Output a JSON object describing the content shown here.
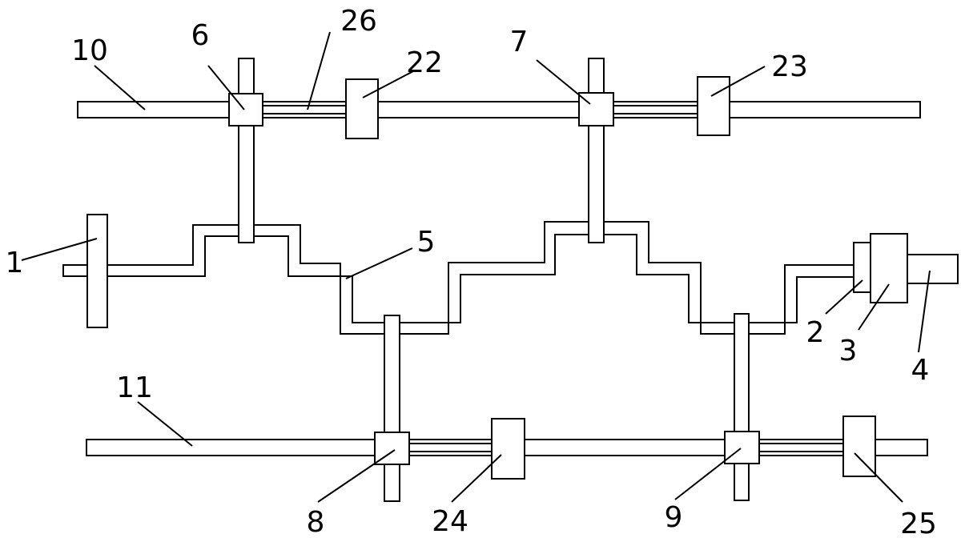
{
  "labels": {
    "l1": "1",
    "l2": "2",
    "l3": "3",
    "l4": "4",
    "l5": "5",
    "l6": "6",
    "l7": "7",
    "l8": "8",
    "l9": "9",
    "l10": "10",
    "l11": "11",
    "l22": "22",
    "l23": "23",
    "l24": "24",
    "l25": "25",
    "l26": "26"
  },
  "colors": {
    "line": "#000000",
    "background": "#ffffff"
  }
}
